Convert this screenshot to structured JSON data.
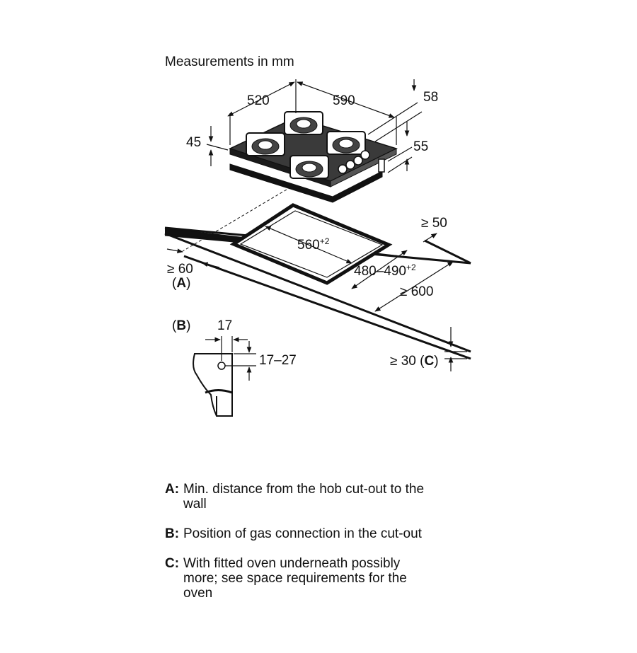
{
  "header": {
    "title": "Measurements in mm"
  },
  "hob_dims": {
    "depth": "520",
    "width": "590",
    "top_offset": "58",
    "height": "45",
    "total_height": "55"
  },
  "cutout_dims": {
    "width": "560",
    "width_tol": "+2",
    "depth": "480–490",
    "depth_tol": "+2",
    "back_clearance": "≥ 50",
    "wall_distance": "≥ 60",
    "worktop_depth": "≥ 600",
    "worktop_thickness": "≥ 30 (",
    "worktop_thickness_ref": "C",
    "worktop_thickness_close": ")"
  },
  "markers": {
    "a_open": "(",
    "a_letter": "A",
    "a_close": ")",
    "b_open": "(",
    "b_letter": "B",
    "b_close": ")"
  },
  "gas_detail": {
    "horizontal": "17",
    "vertical": "17–27"
  },
  "legend": [
    {
      "key": "A:",
      "line1": "Min. distance from the hob cut-out to the",
      "line2": "wall",
      "line3": ""
    },
    {
      "key": "B:",
      "line1": "Position of gas connection in the cut-out",
      "line2": "",
      "line3": ""
    },
    {
      "key": "C:",
      "line1": "With fitted oven underneath possibly",
      "line2": "more; see space requirements for the",
      "line3": "oven"
    }
  ]
}
